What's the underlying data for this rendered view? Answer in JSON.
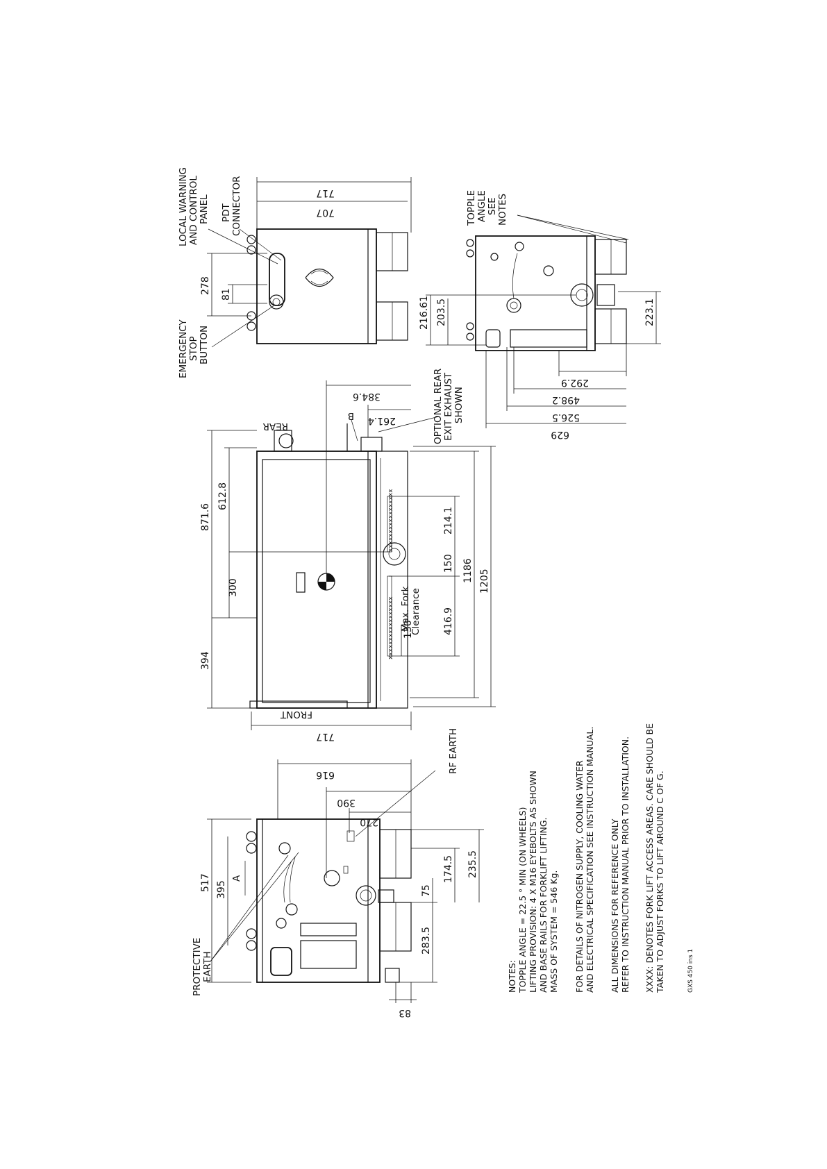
{
  "notes": {
    "heading": "NOTES:",
    "lines_a": [
      "TOPPLE ANGLE = 22.5 ° MIN (ON WHEELS)",
      "LIFTING PROVISION: 4 X M16 EYEBOLTS AS SHOWN",
      "AND BASE RAILS FOR FORKLIFT LIFTING.",
      "MASS OF SYSTEM = 546 Kg."
    ],
    "lines_b": [
      "FOR DETAILS OF NITROGEN SUPPLY, COOLING WATER",
      "AND ELECTRICAL SPECIFICATION SEE INSTRUCTION MANUAL."
    ],
    "lines_c": [
      "ALL DIMENSIONS FOR REFERENCE ONLY",
      "REFER TO INSTRUCTION MANUAL PRIOR TO INSTALLATION."
    ],
    "lines_d": [
      "XXXX: DENOTES FORK LIFT ACCESS AREAS. CARE SHOULD BE",
      "TAKEN TO ADJUST FORKS TO LIFT AROUND C OF G."
    ],
    "drawing_ref": "GXS 450 ins 1"
  },
  "labels": {
    "protective_earth": [
      "PROTECTIVE",
      "EARTH"
    ],
    "rf_earth": "RF EARTH",
    "view_a": "A",
    "view_b": "B",
    "front": "FRONT",
    "rear": "REAR",
    "max_fork": [
      "Max. Fork",
      "Clearance"
    ],
    "optional_rear": [
      "OPTIONAL REAR",
      "EXIT EXHAUST",
      "SHOWN"
    ],
    "emergency_stop": [
      "EMERGENCY",
      "STOP",
      "BUTTON"
    ],
    "local_warning": [
      "LOCAL WARNING",
      "AND CONTROL",
      "PANEL"
    ],
    "pdt_connector": [
      "PDT",
      "CONNECTOR"
    ],
    "topple_angle": [
      "TOPPLE",
      "ANGLE",
      "SEE",
      "NOTES"
    ],
    "forklift_marks": "xxxxxxxxxxxxxxxxx"
  },
  "dimensions": {
    "side": {
      "d517": "517",
      "d395": "395",
      "d616": "616",
      "d390": "390",
      "d270": "270",
      "d235_5": "235.5",
      "d174_5": "174.5",
      "d75": "75",
      "d283_5": "283.5",
      "d83": "83"
    },
    "top": {
      "d871_6": "871.6",
      "d612_8": "612.8",
      "d300": "300",
      "d394": "394",
      "d717": "717",
      "d384_6": "384.6",
      "d261_4": "261.4",
      "d214_1": "214.1",
      "d150": "150",
      "d1186": "1186",
      "d1205": "1205",
      "d416_9": "416.9",
      "d130": "130"
    },
    "front": {
      "d278": "278",
      "d81": "81",
      "d717": "717",
      "d707": "707"
    },
    "rear": {
      "d216_61": "216.61",
      "d203_5": "203.5",
      "d223_1": "223.1",
      "d292_9": "292.9",
      "d498_2": "498.2",
      "d526_5": "526.5",
      "d629": "629"
    }
  }
}
